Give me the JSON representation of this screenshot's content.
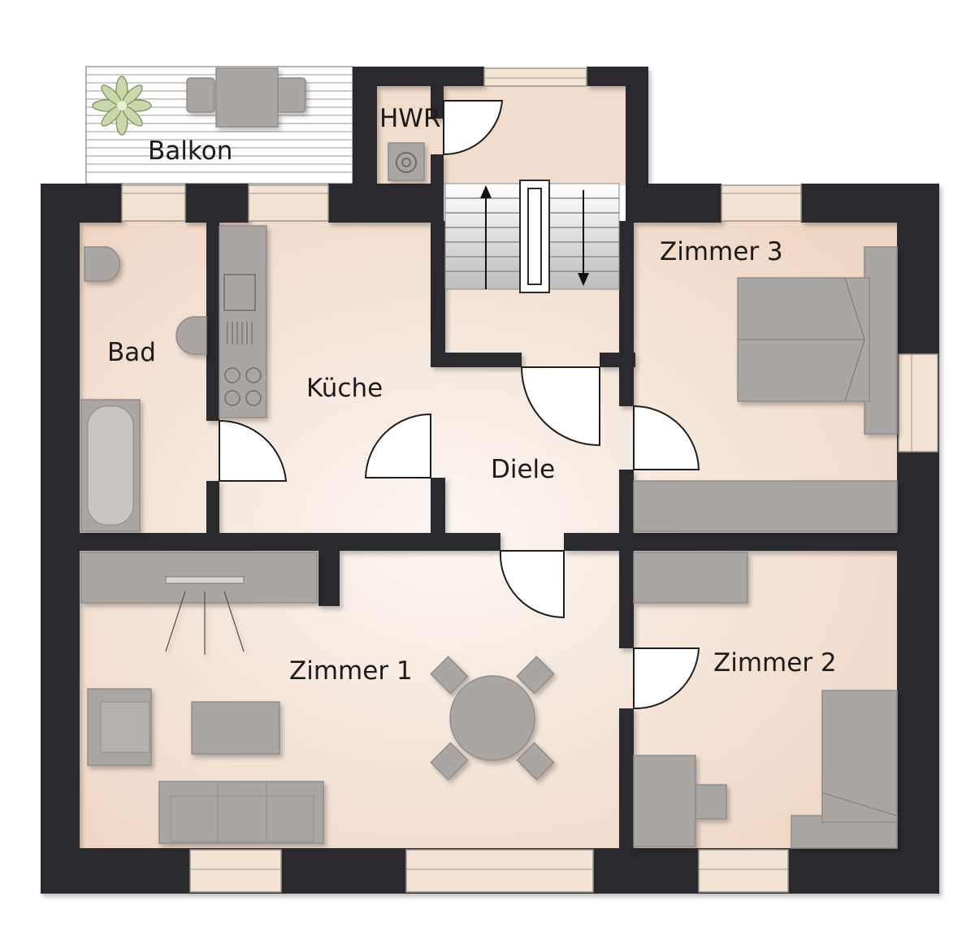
{
  "plan": {
    "rooms": {
      "balkon": "Balkon",
      "hwr": "HWR",
      "bad": "Bad",
      "kueche": "Küche",
      "diele": "Diele",
      "zimmer3": "Zimmer 3",
      "zimmer1": "Zimmer 1",
      "zimmer2": "Zimmer 2"
    },
    "colors": {
      "wall": "#2b2a2e",
      "floor": "#f1dccb",
      "floor_light": "#fbf3ee",
      "furniture": "#a9a6a4",
      "window_frame": "#f3e3d3"
    }
  }
}
